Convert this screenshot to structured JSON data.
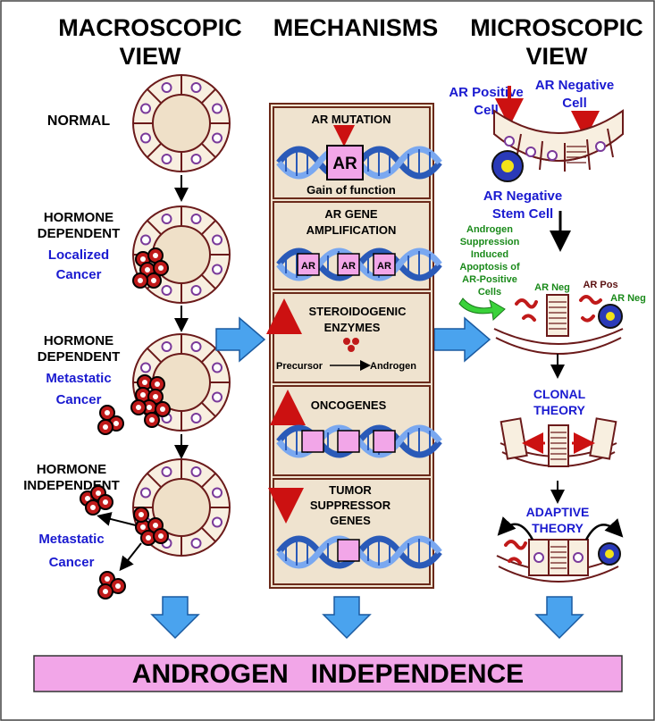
{
  "headers": {
    "macroscopic": [
      "MACROSCOPIC",
      "VIEW"
    ],
    "mechanisms": "MECHANISMS",
    "microscopic": [
      "MICROSCOPIC",
      "VIEW"
    ]
  },
  "macroscopic_stages": {
    "normal": "NORMAL",
    "stage2": {
      "line1": "HORMONE",
      "line2": "DEPENDENT",
      "sub1": "Localized",
      "sub2": "Cancer"
    },
    "stage3": {
      "line1": "HORMONE",
      "line2": "DEPENDENT",
      "sub1": "Metastatic",
      "sub2": "Cancer"
    },
    "stage4": {
      "line1": "HORMONE",
      "line2": "INDEPENDENT",
      "sub1": "Metastatic",
      "sub2": "Cancer"
    }
  },
  "mechanisms": {
    "m1": {
      "title": "AR MUTATION",
      "box": "AR",
      "sub": "Gain of function"
    },
    "m2": {
      "title1": "AR GENE",
      "title2": "AMPLIFICATION",
      "box": "AR"
    },
    "m3": {
      "title1": "STEROIDOGENIC",
      "title2": "ENZYMES",
      "precursor": "Precursor",
      "androgen": "Androgen"
    },
    "m4": {
      "title": "ONCOGENES"
    },
    "m5": {
      "title1": "TUMOR",
      "title2": "SUPPRESSOR",
      "title3": "GENES"
    }
  },
  "microscopic": {
    "ar_positive": [
      "AR Positive",
      "Cell"
    ],
    "ar_negative": [
      "AR Negative",
      "Cell"
    ],
    "stem_cell": [
      "AR Negative",
      "Stem Cell"
    ],
    "suppression": [
      "Androgen",
      "Suppression",
      "Induced",
      "Apoptosis of",
      "AR-Positive",
      "Cells"
    ],
    "ar_neg_label": "AR Neg",
    "ar_pos_label": "AR Pos",
    "ar_neg_label2": "AR Neg",
    "clonal": [
      "CLONAL",
      "THEORY"
    ],
    "adaptive": [
      "ADAPTIVE",
      "THEORY"
    ]
  },
  "footer": "ANDROGEN   INDEPENDENCE",
  "colors": {
    "mechanism_bg": "#efe3cf",
    "mechanism_border": "#6b2a1a",
    "footer_bg": "#f2a6e8",
    "arrow_blue": "#4aa3ee",
    "red_arrow": "#cc1111",
    "cell_stroke": "#6b1a1a",
    "dna_blue": "#5a8ee6",
    "nucleus": "#7a3a9a"
  }
}
